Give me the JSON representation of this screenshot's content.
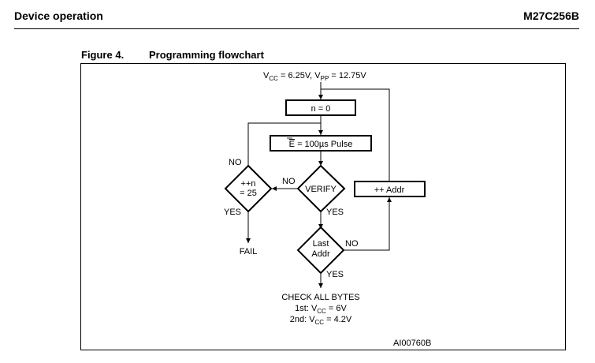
{
  "header": {
    "section": "Device operation",
    "part_number": "M27C256B"
  },
  "figure": {
    "number": "Figure 4.",
    "title": "Programming flowchart"
  },
  "flowchart": {
    "start_condition": {
      "vcc_sym": "V",
      "vcc_sub": "CC",
      "vcc_val": " = 6.25V, ",
      "vpp_sym": "V",
      "vpp_sub": "PP",
      "vpp_val": " = 12.75V"
    },
    "box_init": "n = 0",
    "box_pulse_sym": "E",
    "box_pulse_rest": " = 100µs Pulse",
    "decision_verify": "VERIFY",
    "decision_count_line1": "++n",
    "decision_count_line2": "= 25",
    "decision_last_line1": "Last",
    "decision_last_line2": "Addr",
    "box_incr": "++ Addr",
    "label_no_count": "NO",
    "label_no_verify": "NO",
    "label_yes_count": "YES",
    "label_yes_verify": "YES",
    "label_no_last": "NO",
    "label_yes_last": "YES",
    "end_fail": "FAIL",
    "end_check_line1": "CHECK ALL BYTES",
    "end_check_line2_pre": "1st: ",
    "end_check_line2_sym": "V",
    "end_check_line2_sub": "CC",
    "end_check_line2_val": " = 6V",
    "end_check_line3_pre": "2nd: ",
    "end_check_line3_sym": "V",
    "end_check_line3_sub": "CC",
    "end_check_line3_val": " = 4.2V",
    "figure_code": "AI00760B"
  }
}
